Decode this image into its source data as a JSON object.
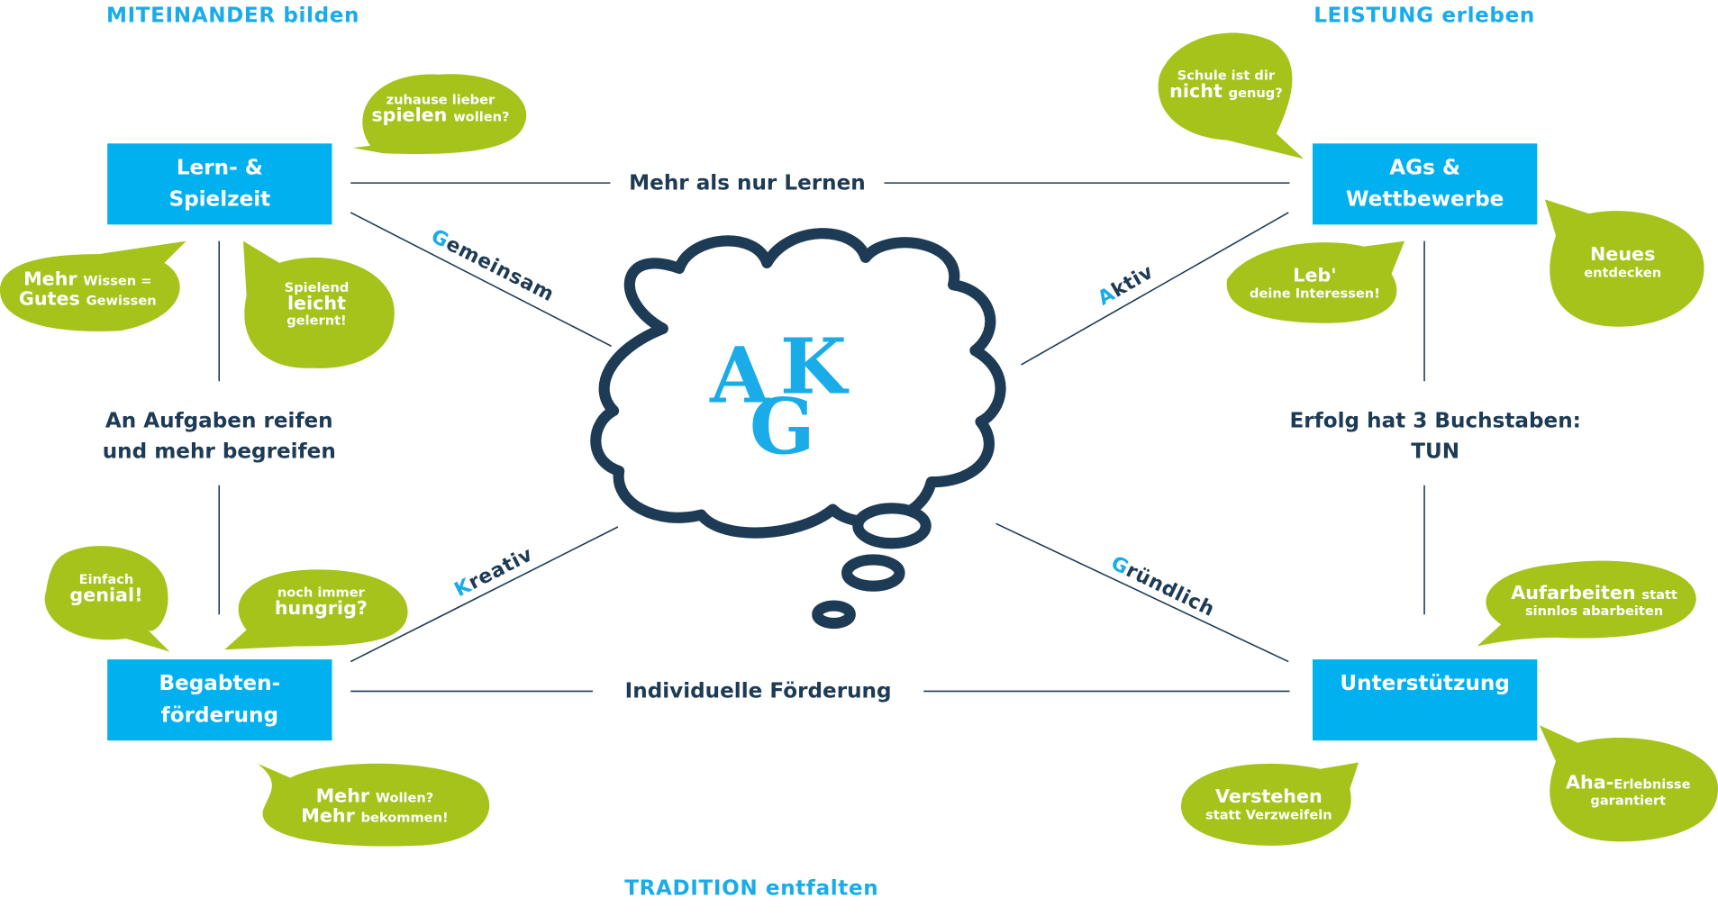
{
  "corners": {
    "top_left": "MITEINANDER bilden",
    "top_right": "LEISTUNG erleben",
    "bottom": "TRADITION entfalten"
  },
  "boxes": {
    "lern": [
      "Lern- &",
      "Spielzeit"
    ],
    "ags": [
      "AGs &",
      "Wettbewerbe"
    ],
    "begabten": [
      "Begabten-",
      "förderung"
    ],
    "unterstuetzung": [
      "Unterstützung"
    ]
  },
  "edge_labels": {
    "top": "Mehr als nur Lernen",
    "bottom": "Individuelle Förderung",
    "left": [
      "An Aufgaben reifen",
      "und mehr begreifen"
    ],
    "right": [
      "Erfolg hat 3 Buchstaben:",
      "TUN"
    ]
  },
  "diagonals": {
    "top_left": {
      "initial": "G",
      "rest": "emeinsam"
    },
    "top_right": {
      "initial": "A",
      "rest": "ktiv"
    },
    "bottom_left": {
      "initial": "K",
      "rest": "reativ"
    },
    "bottom_right": {
      "initial": "G",
      "rest": "ründlich"
    }
  },
  "logo": {
    "letters": [
      "A",
      "K",
      "G"
    ]
  },
  "bubbles": {
    "spielen": [
      "zuhause lieber",
      "spielen",
      "wollen?"
    ],
    "wissen": [
      "Mehr",
      "Wissen =",
      "Gutes",
      "Gewissen"
    ],
    "leicht": [
      "Spielend",
      "leicht",
      "gelernt!"
    ],
    "genial": [
      "Einfach",
      "genial!"
    ],
    "hungrig": [
      "noch immer",
      "hungrig?"
    ],
    "wollen": [
      "Mehr",
      "Wollen?",
      "Mehr",
      "bekommen!"
    ],
    "nicht": [
      "Schule ist dir",
      "nicht",
      "genug?"
    ],
    "leb": [
      "Leb'",
      "deine Interessen!"
    ],
    "neues": [
      "Neues",
      "entdecken"
    ],
    "aufarbeiten": [
      "Aufarbeiten",
      "statt",
      "sinnlos abarbeiten"
    ],
    "aha": [
      "Aha-",
      "Erlebnisse",
      "garantiert"
    ],
    "verstehen": [
      "Verstehen",
      "statt Verzweifeln"
    ]
  },
  "colors": {
    "box": "#00b0ef",
    "bubble": "#a5c31b",
    "navy": "#1e3b55",
    "accent": "#1aace8"
  }
}
